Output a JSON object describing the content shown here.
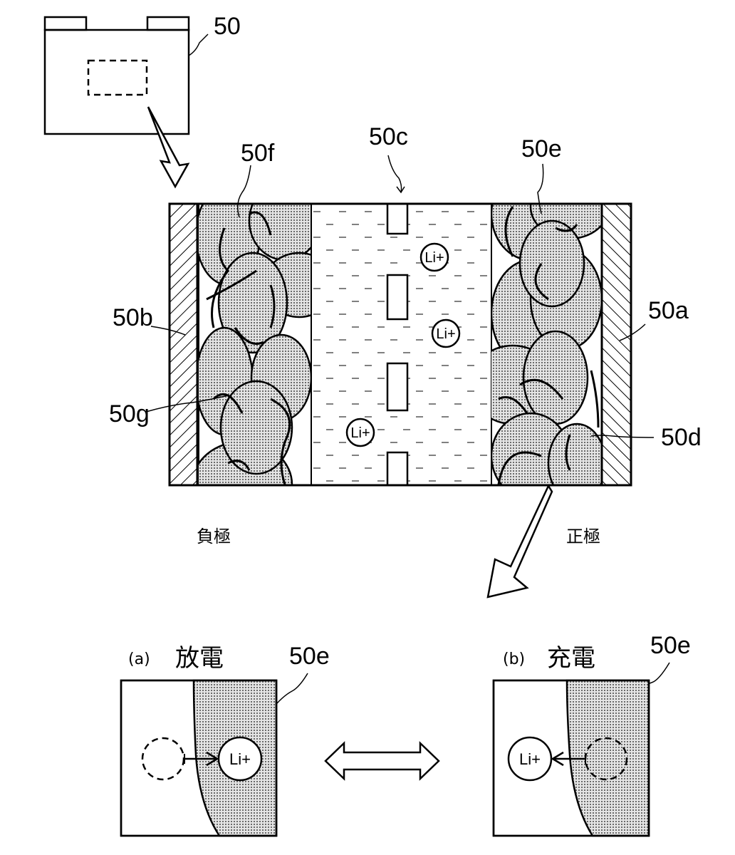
{
  "figure": {
    "battery": {
      "ref": "50"
    },
    "cell": {
      "labels": {
        "negative_collector": "50b",
        "negative_active": "50f",
        "negative_binder": "50g",
        "separator": "50c",
        "positive_active": "50e",
        "positive_collector": "50a",
        "positive_binder": "50d"
      },
      "ion": "Li+",
      "negative_electrode_label": "負極",
      "positive_electrode_label": "正極"
    },
    "detail": {
      "panel_a": {
        "tag": "(a)",
        "title": "放電",
        "ref": "50e",
        "ion": "Li+"
      },
      "panel_b": {
        "tag": "(b)",
        "title": "充電",
        "ref": "50e",
        "ion": "Li+"
      }
    }
  }
}
